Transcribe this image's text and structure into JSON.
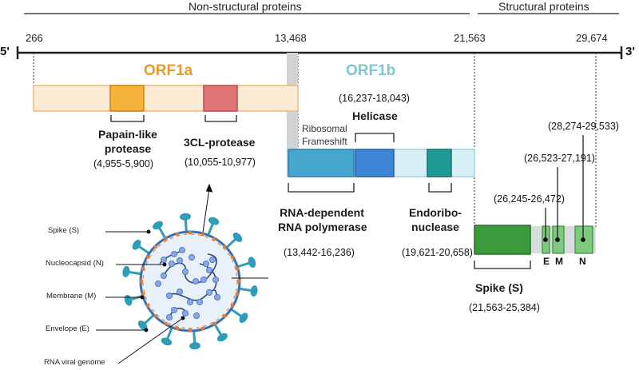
{
  "headers": {
    "non_structural": "Non-structural proteins",
    "structural": "Structural proteins"
  },
  "ends": {
    "five_prime": "5'",
    "three_prime": "3'"
  },
  "positions": {
    "p266": "266",
    "p13468": "13,468",
    "p21563": "21,563",
    "p29674": "29,674"
  },
  "orfs": {
    "orf1a": "ORF1a",
    "orf1b": "ORF1b"
  },
  "orf1a_proteins": {
    "papain_line1": "Papain-like",
    "papain_line2": "protease",
    "papain_range": "(4,955-5,900)",
    "cl3_name": "3CL-protease",
    "cl3_range": "(10,055-10,977)"
  },
  "orf1b_proteins": {
    "frameshift_line1": "Ribosomal",
    "frameshift_line2": "Frameshift",
    "helicase_range": "(16,237-18,043)",
    "helicase_name": "Helicase",
    "rdrp_line1": "RNA-dependent",
    "rdrp_line2": "RNA polymerase",
    "rdrp_range": "(13,442-16,236)",
    "endo_line1": "Endoribo-",
    "endo_line2": "nuclease",
    "endo_range": "(19,621-20,658)"
  },
  "structural_genes": {
    "n_range": "(28,274-29,533)",
    "m_range": "(26,523-27,191)",
    "e_range": "(26,245-26,472)",
    "e_letter": "E",
    "m_letter": "M",
    "n_letter": "N",
    "spike_name": "Spike (S)",
    "spike_range": "(21,563-25,384)"
  },
  "virion_legend": {
    "spike": "Spike (S)",
    "nucleocapsid": "Nucleocapsid (N)",
    "membrane": "Membrane (M)",
    "envelope": "Envelope (E)",
    "genome": "RNA viral genome"
  },
  "colors": {
    "orf1a_text": "#e89a2e",
    "orf1a_bar": "#fdebd5",
    "orf1a_border": "#f2b678",
    "papain_fill": "#f4b33a",
    "cl3_fill": "#e07676",
    "orf1b_text": "#7cc7d1",
    "orf1b_bar": "#d8eff5",
    "rdrp_fill": "#47a6cd",
    "helicase_fill": "#3d86d6",
    "endo_fill": "#1f9a95",
    "spike_fill": "#3a9a3c",
    "small_gene_fill": "#7fc97f",
    "gray_region": "#cfd3d6",
    "virion_spike": "#2f9db7",
    "virion_body": "#e8f1fa",
    "virion_np": "#8aa6e6"
  }
}
